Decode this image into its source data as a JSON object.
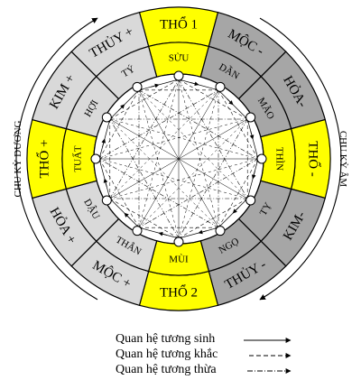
{
  "colors": {
    "yellow": "#ffff00",
    "light_gray": "#d9d9d9",
    "dark_gray": "#a6a6a6",
    "line": "#000000"
  },
  "side_labels": {
    "left": "CHU KỲ DƯƠNG",
    "right": "CHU KỲ ÂM"
  },
  "outer_ring": [
    {
      "label": "THỔ 1",
      "color": "yellow"
    },
    {
      "label": "MỘC -",
      "color": "dark_gray"
    },
    {
      "label": "HỎA-",
      "color": "dark_gray"
    },
    {
      "label": "THỔ -",
      "color": "yellow"
    },
    {
      "label": "KIM-",
      "color": "dark_gray"
    },
    {
      "label": "THỦY -",
      "color": "dark_gray"
    },
    {
      "label": "THỔ 2",
      "color": "yellow"
    },
    {
      "label": "MỘC +",
      "color": "light_gray"
    },
    {
      "label": "HỎA +",
      "color": "light_gray"
    },
    {
      "label": "THỔ +",
      "color": "yellow"
    },
    {
      "label": "KIM +",
      "color": "light_gray"
    },
    {
      "label": "THỦY +",
      "color": "light_gray"
    }
  ],
  "inner_ring": [
    {
      "label": "SỬU",
      "color": "yellow"
    },
    {
      "label": "DẦN",
      "color": "dark_gray"
    },
    {
      "label": "MÃO",
      "color": "dark_gray"
    },
    {
      "label": "THÌN",
      "color": "yellow"
    },
    {
      "label": "TỴ",
      "color": "dark_gray"
    },
    {
      "label": "NGỌ",
      "color": "dark_gray"
    },
    {
      "label": "MÙI",
      "color": "yellow"
    },
    {
      "label": "THÂN",
      "color": "light_gray"
    },
    {
      "label": "DẬU",
      "color": "light_gray"
    },
    {
      "label": "TUẤT",
      "color": "yellow"
    },
    {
      "label": "HỢI",
      "color": "light_gray"
    },
    {
      "label": "TÝ",
      "color": "light_gray"
    }
  ],
  "legend": [
    {
      "label": "Quan hệ tương sinh",
      "style": "solid"
    },
    {
      "label": "Quan hệ tương khắc",
      "style": "dashed"
    },
    {
      "label": "Quan hệ tương thừa",
      "style": "dashdot"
    }
  ]
}
